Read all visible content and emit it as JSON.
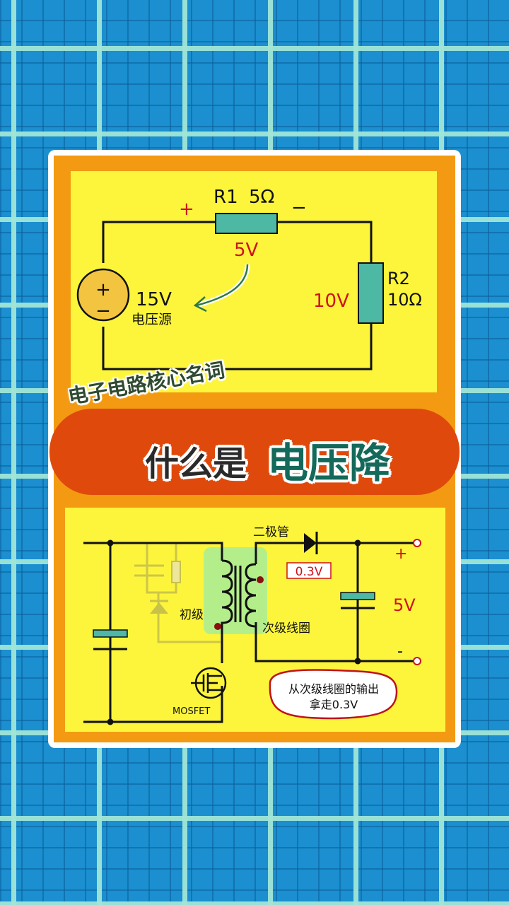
{
  "top_circuit": {
    "r1_label": "R1",
    "r1_value": "5Ω",
    "r1_plus": "+",
    "r1_minus": "−",
    "r1_drop": "5V",
    "r2_label": "R2",
    "r2_value": "10Ω",
    "r2_drop": "10V",
    "source_plus": "+",
    "source_minus": "−",
    "source_voltage": "15V",
    "source_label": "电压源"
  },
  "banner": {
    "subtitle": "电子电路核心名词",
    "title_prefix": "什么是",
    "title_keyword": "电压降"
  },
  "bottom_circuit": {
    "diode_label": "二极管",
    "diode_drop": "0.3V",
    "primary_label": "初级",
    "secondary_label": "次级线圈",
    "mosfet_label": "MOSFET",
    "output_plus": "+",
    "output_minus": "-",
    "output_voltage": "5V",
    "note_line1": "从次级线圈的输出",
    "note_line2": "拿走0.3V"
  },
  "colors": {
    "red_text": "#d0111b",
    "component_teal": "#4db8a4",
    "panel_yellow": "#fcf53b",
    "frame_orange": "#f39a12",
    "banner_red": "#df4a0c"
  }
}
